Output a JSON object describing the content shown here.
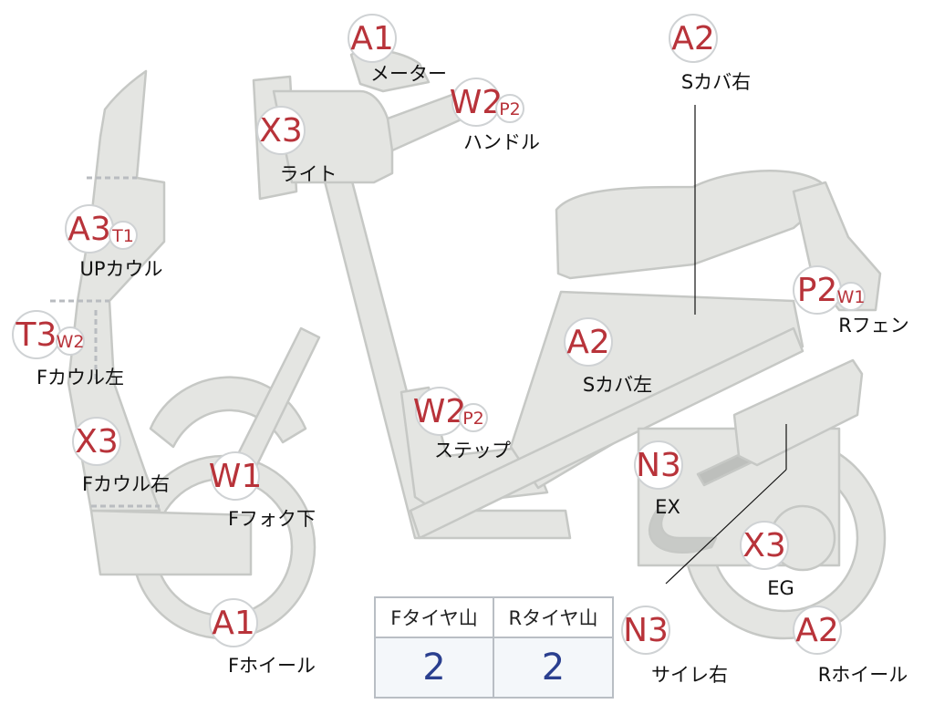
{
  "parts": [
    {
      "id": "meter",
      "label": "メーター",
      "badges": [
        {
          "code": "A1",
          "size": "big"
        }
      ]
    },
    {
      "id": "light",
      "label": "ライト",
      "badges": [
        {
          "code": "X3",
          "size": "big"
        }
      ]
    },
    {
      "id": "handle",
      "label": "ハンドル",
      "badges": [
        {
          "code": "W2",
          "size": "big"
        },
        {
          "code": "P2",
          "size": "small"
        }
      ]
    },
    {
      "id": "s-cover-right",
      "label": "Sカバ右",
      "badges": [
        {
          "code": "A2",
          "size": "big"
        }
      ]
    },
    {
      "id": "up-cowl",
      "label": "UPカウル",
      "badges": [
        {
          "code": "A3",
          "size": "big"
        },
        {
          "code": "T1",
          "size": "small"
        }
      ]
    },
    {
      "id": "f-cowl-left",
      "label": "Fカウル左",
      "badges": [
        {
          "code": "T3",
          "size": "big"
        },
        {
          "code": "W2",
          "size": "small"
        }
      ]
    },
    {
      "id": "f-cowl-right",
      "label": "Fカウル右",
      "badges": [
        {
          "code": "X3",
          "size": "big"
        }
      ]
    },
    {
      "id": "f-fork-lower",
      "label": "Fフォク下",
      "badges": [
        {
          "code": "W1",
          "size": "big"
        }
      ]
    },
    {
      "id": "f-wheel",
      "label": "Fホイール",
      "badges": [
        {
          "code": "A1",
          "size": "big"
        }
      ]
    },
    {
      "id": "step",
      "label": "ステップ",
      "badges": [
        {
          "code": "W2",
          "size": "big"
        },
        {
          "code": "P2",
          "size": "small"
        }
      ]
    },
    {
      "id": "s-cover-left",
      "label": "Sカバ左",
      "badges": [
        {
          "code": "A2",
          "size": "big"
        }
      ]
    },
    {
      "id": "r-fender",
      "label": "Rフェン",
      "badges": [
        {
          "code": "P2",
          "size": "big"
        },
        {
          "code": "W1",
          "size": "small"
        }
      ]
    },
    {
      "id": "ex",
      "label": "EX",
      "badges": [
        {
          "code": "N3",
          "size": "big"
        }
      ]
    },
    {
      "id": "eg",
      "label": "EG",
      "badges": [
        {
          "code": "X3",
          "size": "big"
        }
      ]
    },
    {
      "id": "muffler-right",
      "label": "サイレ右",
      "badges": [
        {
          "code": "N3",
          "size": "big"
        }
      ]
    },
    {
      "id": "r-wheel",
      "label": "Rホイール",
      "badges": [
        {
          "code": "A2",
          "size": "big"
        }
      ]
    }
  ],
  "tire_table": {
    "headers": [
      "Fタイヤ山",
      "Rタイヤ山"
    ],
    "values": [
      "2",
      "2"
    ]
  },
  "colors": {
    "body_fill": "#e4e5e2",
    "body_stroke": "#c6c8c5",
    "badge_text": "#b8333a",
    "badge_fill": "#ffffff",
    "badge_stroke": "#cfd2d4",
    "label_text": "#111111",
    "table_value": "#2a3f8f"
  }
}
